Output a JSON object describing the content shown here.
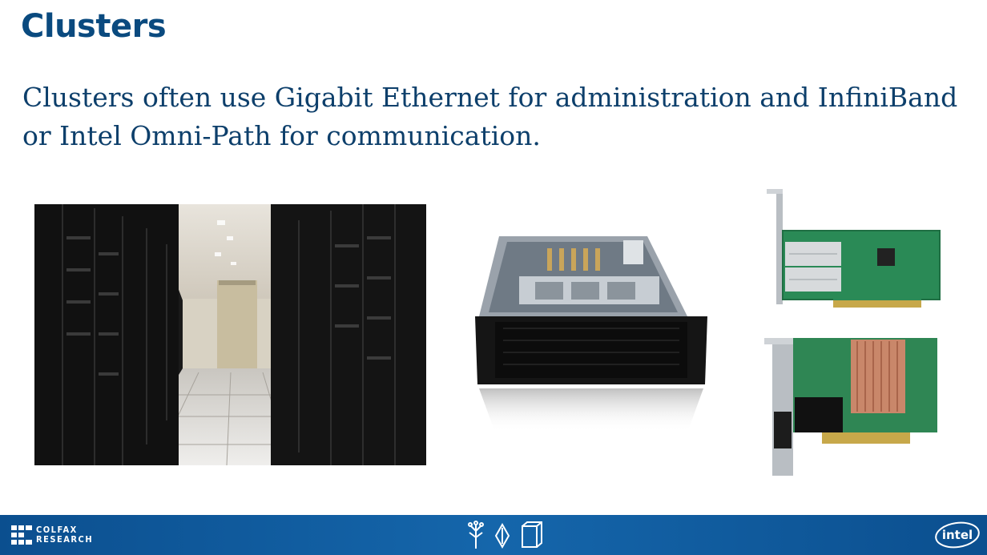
{
  "slide": {
    "title": "Clusters",
    "body": "Clusters often use Gigabit Ethernet for administration and InfiniBand or Intel Omni-Path for communication."
  },
  "images": {
    "datacenter": "data-center-aisle-photo",
    "server": "rack-server-chassis-photo",
    "nic_top": "infiniband-network-adapter-card",
    "nic_bottom": "omni-path-host-fabric-adapter-card"
  },
  "footer": {
    "brand_line1": "COLFAX",
    "brand_line2": "RESEARCH",
    "partner_logo": "intel",
    "colors": {
      "band": "#0b4f8f",
      "accent": "#0a4a7f"
    }
  }
}
